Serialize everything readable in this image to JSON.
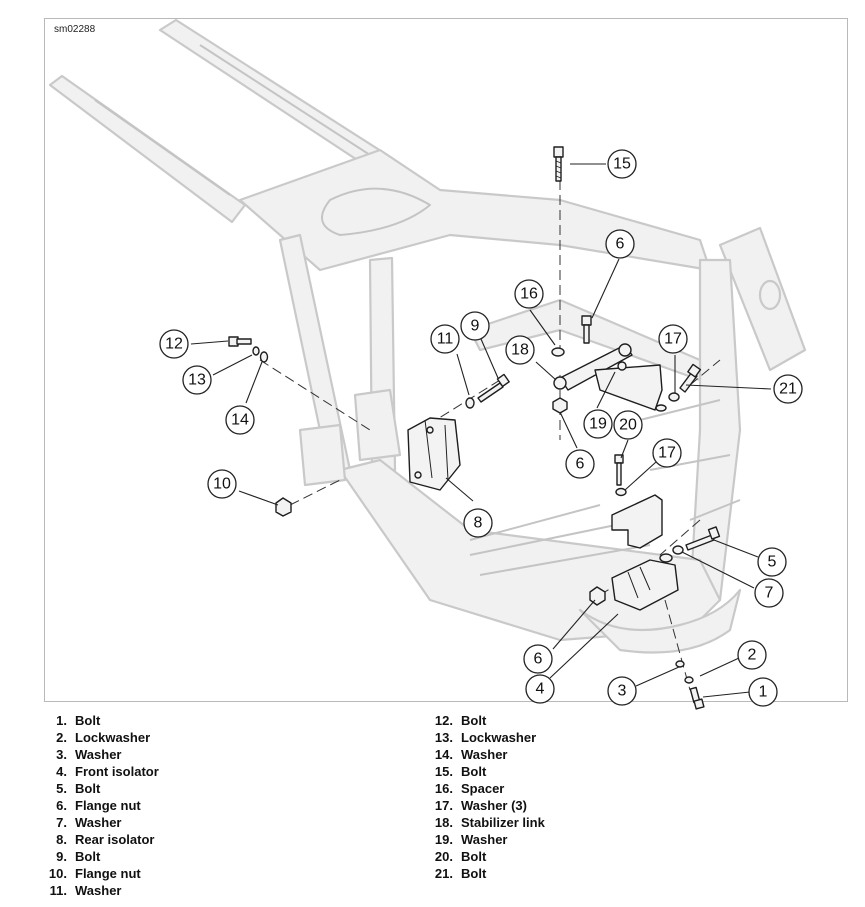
{
  "doc_id": "sm02288",
  "callouts": [
    "1",
    "2",
    "3",
    "4",
    "5",
    "6",
    "7",
    "8",
    "9",
    "10",
    "11",
    "12",
    "13",
    "14",
    "15",
    "16",
    "17",
    "18",
    "19",
    "20",
    "21"
  ],
  "legend_left": [
    {
      "num": "1.",
      "label": "Bolt"
    },
    {
      "num": "2.",
      "label": "Lockwasher"
    },
    {
      "num": "3.",
      "label": "Washer"
    },
    {
      "num": "4.",
      "label": "Front isolator"
    },
    {
      "num": "5.",
      "label": "Bolt"
    },
    {
      "num": "6.",
      "label": "Flange nut"
    },
    {
      "num": "7.",
      "label": "Washer"
    },
    {
      "num": "8.",
      "label": "Rear isolator"
    },
    {
      "num": "9.",
      "label": "Bolt"
    },
    {
      "num": "10.",
      "label": "Flange nut"
    },
    {
      "num": "11.",
      "label": "Washer"
    }
  ],
  "legend_right": [
    {
      "num": "12.",
      "label": "Bolt"
    },
    {
      "num": "13.",
      "label": "Lockwasher"
    },
    {
      "num": "14.",
      "label": "Washer"
    },
    {
      "num": "15.",
      "label": "Bolt"
    },
    {
      "num": "16.",
      "label": "Spacer"
    },
    {
      "num": "17.",
      "label": "Washer (3)"
    },
    {
      "num": "18.",
      "label": "Stabilizer link"
    },
    {
      "num": "19.",
      "label": "Washer"
    },
    {
      "num": "20.",
      "label": "Bolt"
    },
    {
      "num": "21.",
      "label": "Bolt"
    }
  ]
}
